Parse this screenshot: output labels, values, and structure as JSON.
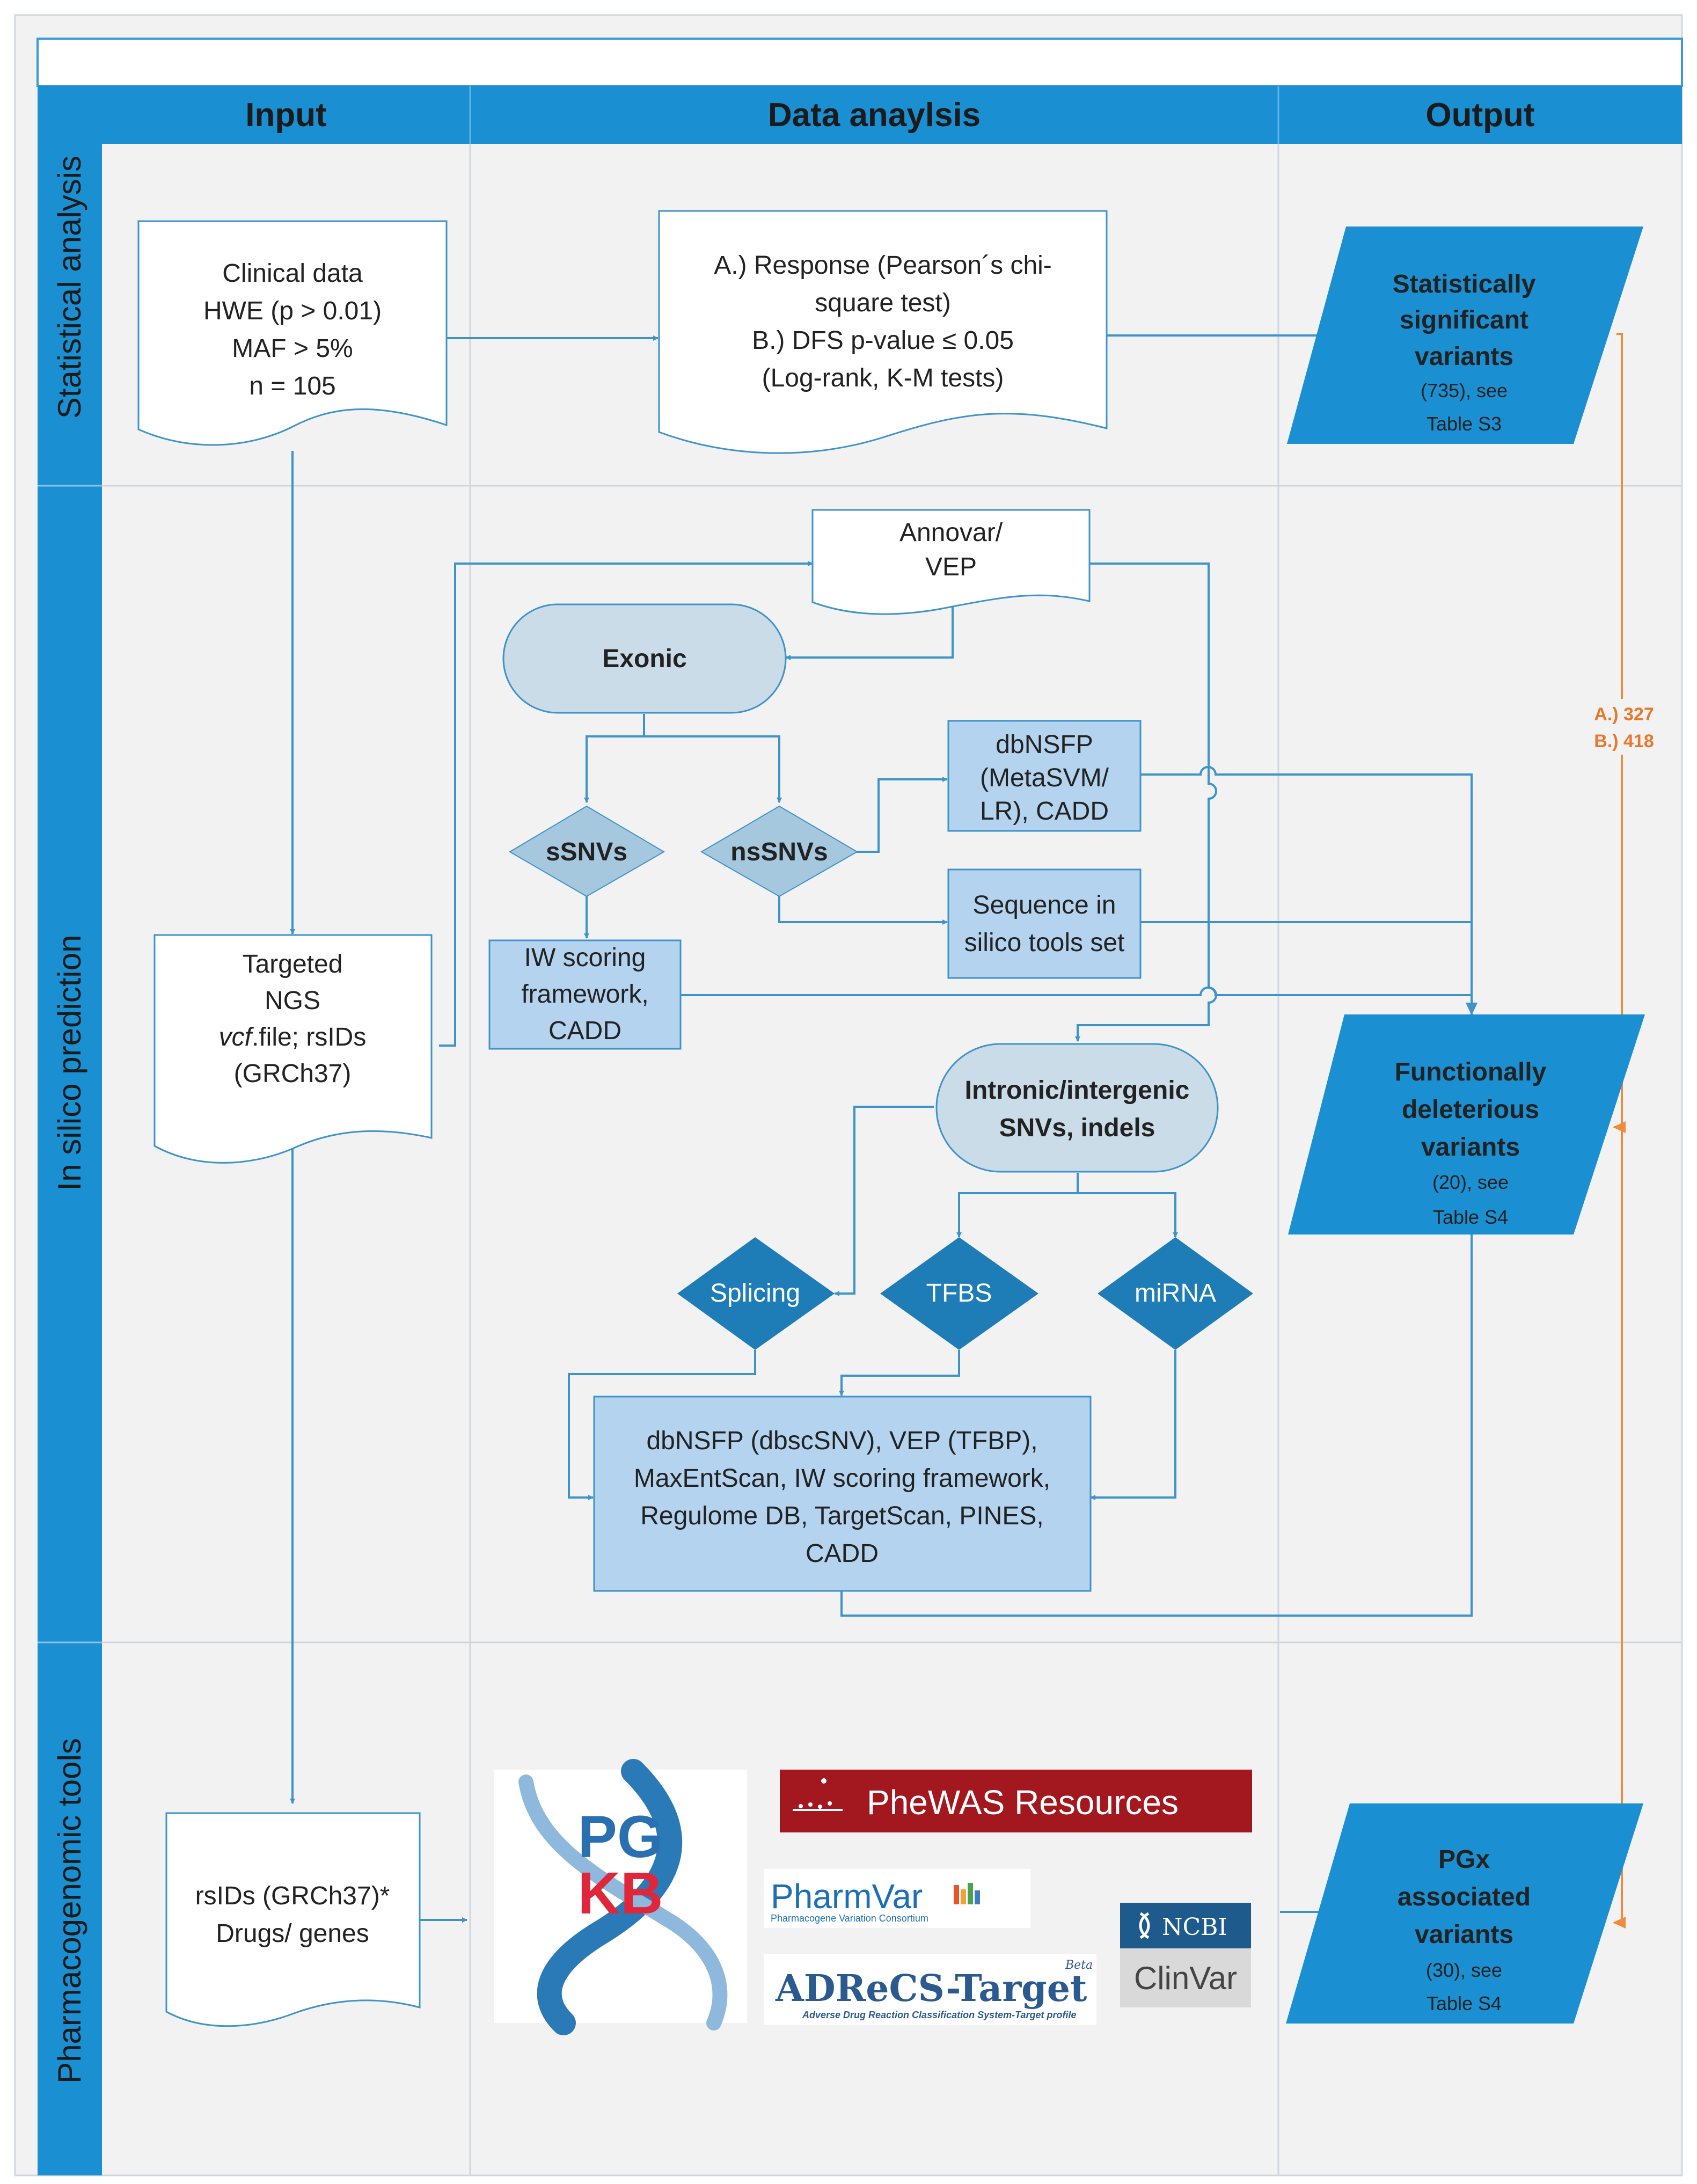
{
  "lanes": {
    "input": "Input",
    "analysis": "Data anaylsis",
    "output": "Output"
  },
  "rows": {
    "stat": "Statistical analysis",
    "insilico": "In silico prediction",
    "pgx": "Pharmacogenomic tools"
  },
  "boxes": {
    "clinical": [
      "Clinical data",
      "HWE (p > 0.01)",
      "MAF > 5%",
      "n = 105"
    ],
    "response": [
      "A.) Response (Pearson´s chi-",
      "square test)",
      "B.) DFS p-value ≤ 0.05",
      "(Log-rank, K-M tests)"
    ],
    "annovar": [
      "Annovar/",
      "VEP"
    ],
    "exonic": "Exonic",
    "dbnsfp": [
      "dbNSFP",
      "(MetaSVM/",
      "LR), CADD"
    ],
    "ssnvs": "sSNVs",
    "nssnvs": "nsSNVs",
    "sequence": [
      "Sequence in",
      "silico tools set"
    ],
    "iw": [
      "IW scoring",
      "framework,",
      "CADD"
    ],
    "targeted": {
      "line1": "Targeted",
      "line2": "NGS",
      "vcf": "vcf",
      "vcf_rest": ".file; rsIDs",
      "line4": "(GRCh37)"
    },
    "intronic": [
      "Intronic/intergenic",
      "SNVs, indels"
    ],
    "splicing": "Splicing",
    "tfbs": "TFBS",
    "mirna": "miRNA",
    "tools": [
      "dbNSFP (dbscSNV),  VEP (TFBP),",
      "MaxEntScan, IW scoring framework,",
      "Regulome DB, TargetScan, PINES,",
      "CADD"
    ],
    "rsids": [
      "rsIDs (GRCh37)*",
      "Drugs/ genes"
    ]
  },
  "outputs": {
    "stat": {
      "bold": [
        "Statistically",
        "significant",
        "variants"
      ],
      "small": [
        "(735), see",
        "Table S3"
      ]
    },
    "func": {
      "bold": [
        "Functionally",
        "deleterious",
        "variants"
      ],
      "small": [
        "(20), see",
        "Table S4"
      ]
    },
    "pgx": {
      "bold": [
        "PGx",
        "associated",
        "variants"
      ],
      "small": [
        "(30), see",
        "Table S4"
      ]
    }
  },
  "orange_labels": [
    "A.) 327",
    "B.) 418"
  ],
  "logos": {
    "pgkb": [
      "PG",
      "KB"
    ],
    "phewas": "PheWAS Resources",
    "pharmvar": "PharmVar",
    "pharmvar_sub": "Pharmacogene Variation Consortium",
    "adrecs": "ADReCS-Target",
    "adrecs_beta": "Beta",
    "adrecs_sub": "Adverse Drug Reaction Classification System-Target profile",
    "ncbi": "NCBI",
    "clinvar": "ClinVar"
  },
  "colors": {
    "header": "#1a8fd2",
    "box_blue": "#b4d3ee",
    "diamond_dark": "#1e7cb6",
    "diamond_light": "#a6c8de",
    "output": "#1a8fd2",
    "arrow": "#3e93c9",
    "orange": "#f08a3c"
  }
}
